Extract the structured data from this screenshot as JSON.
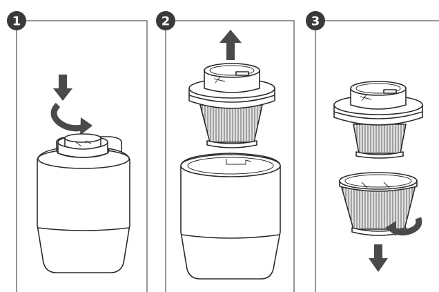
{
  "steps": [
    {
      "number": "1",
      "action": "insert-and-twist"
    },
    {
      "number": "2",
      "action": "lift-filter-out"
    },
    {
      "number": "3",
      "action": "twist-and-separate-filter"
    }
  ],
  "colors": {
    "badge": "#3a3a3a",
    "arrow": "#4a4a4a",
    "line": "#2b2b2b"
  }
}
